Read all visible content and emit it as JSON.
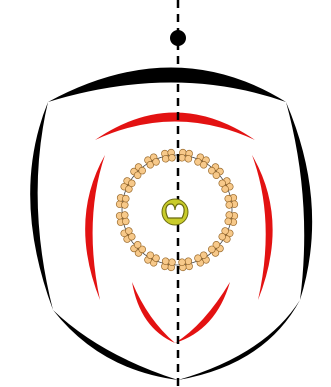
{
  "diagram": {
    "type": "floral-diagram",
    "colors": {
      "background": "#ffffff",
      "sepal": "#000000",
      "petal": "#e31212",
      "stamen_fill": "#f7c98a",
      "stamen_outline": "#9a6a2c",
      "ring": "#444444",
      "ovary_fill": "#c9cc2a",
      "ovary_outline": "#6a6a10",
      "axis": "#000000"
    },
    "counts": {
      "sepals": 5,
      "petals": 5,
      "stamens": 20
    },
    "icons": {
      "axis_point": "circle",
      "stamen": "four-lobed-anther",
      "ovary": "heart-shaped-carpel"
    }
  }
}
